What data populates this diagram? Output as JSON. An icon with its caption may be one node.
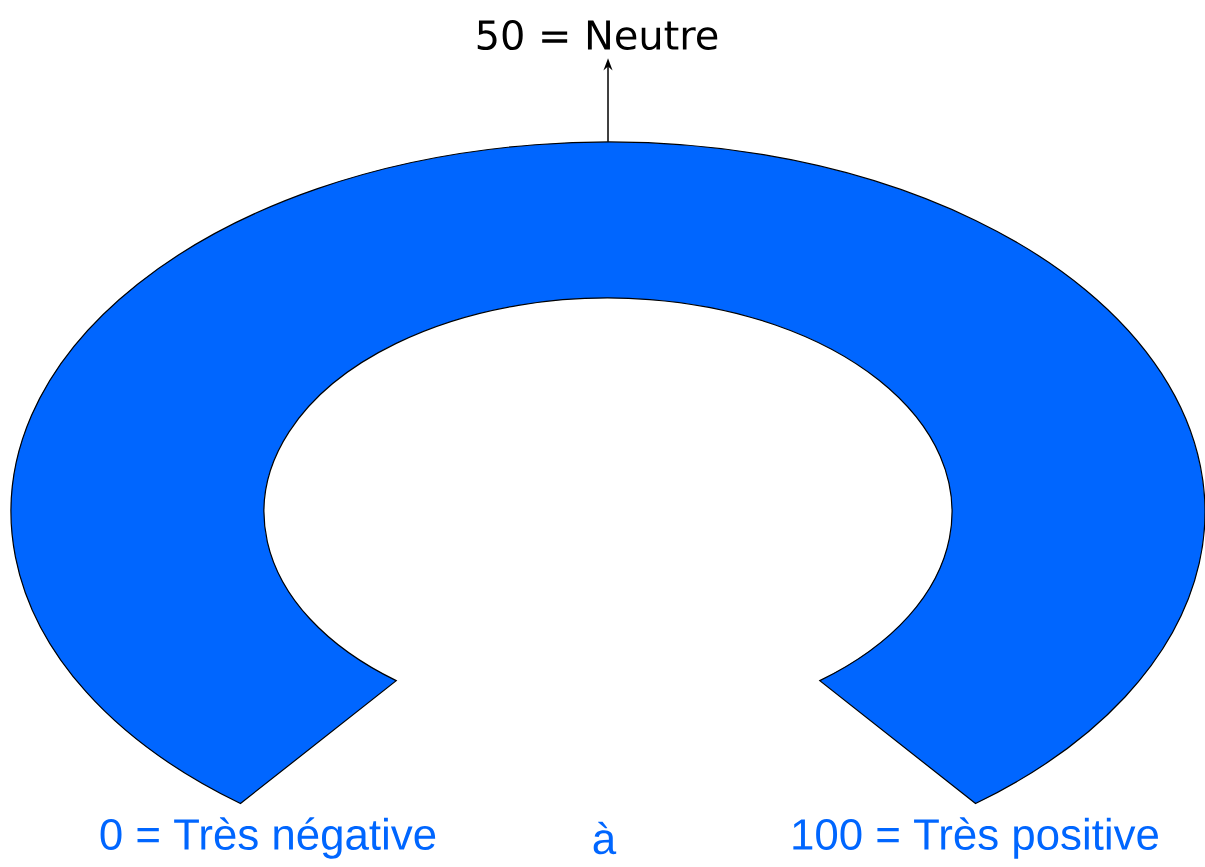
{
  "diagram": {
    "nodes": [
      {
        "text": [
          "50 = Neutre"
        ]
      },
      {
        "text": [],
        "shape": "arc"
      }
    ],
    "edges": [
      {
        "from": 1,
        "to": 0,
        "arrow": "to"
      }
    ],
    "labels": [
      "0 = Très négative",
      "à",
      "100 = Très positive"
    ]
  }
}
